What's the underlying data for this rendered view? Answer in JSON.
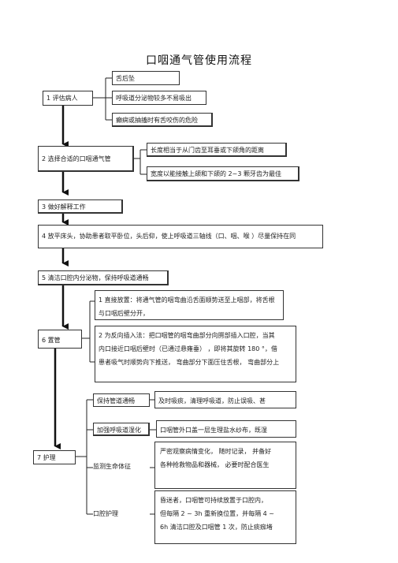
{
  "title": "口咽通气管使用流程",
  "step1": {
    "label": "1  评估病人",
    "items": [
      "舌后坠",
      "呼吸道分泌物较多不易吸出",
      "癫痫或抽搐时有舌咬伤的危险"
    ]
  },
  "step2": {
    "label": "2  选择合适的口咽通气管",
    "items": [
      "长度相当于从门齿至耳垂或下颌角的距离",
      "宽度以能接触上颌和下颌的    2~3 颗牙齿为最佳"
    ]
  },
  "step3": {
    "label": "3  做好解释工作"
  },
  "step4": {
    "label": "4  放平床头，协助患者取平卧位，头后仰，使上呼吸道三轴线（口、咽、喉           ）尽量保持在同"
  },
  "step5": {
    "label": "5  清洁口腔内分泌物，保持呼吸道通畅"
  },
  "step6": {
    "label": "6  置管",
    "method1": [
      "1  直接放置：将通气管的咽弯曲沿舌面顺势送至上咽部，将舌根",
      "与口咽后壁分开，"
    ],
    "method2": [
      "2  为反向插入法：把口咽管的咽弯曲部分向腭部插入口腔，当其",
      "内口接近口咽后壁时（已通过悬雍垂）      ，即将其旋转    180 °，借",
      "患者吸气时顺势向下推送，      弯曲部分下面压住舌根，      弯曲部分上"
    ]
  },
  "step7": {
    "label": "7  护理",
    "items": [
      {
        "label": "保持管道通畅",
        "detail": [
          "及时吸痰，清理呼吸道，防止误吸、甚"
        ]
      },
      {
        "label": "加强呼吸道湿化",
        "detail": [
          "口咽管外口盖一层生理盐水纱布，既湿"
        ]
      },
      {
        "label": "监测生命体征",
        "detail": [
          "严密观察病情变化，    随时记录，  并备好",
          "各种抢救物品和器械，    必要时配合医生"
        ]
      },
      {
        "label": "口腔护理",
        "detail": [
          "昏迷者，口咽管可持续放置于口腔内，",
          "但每隔    2 ~ 3h 重新换位置，并每隔     4 ~",
          "6h 清洁口腔及口咽管      1 次，防止痰痂堵"
        ]
      }
    ]
  }
}
